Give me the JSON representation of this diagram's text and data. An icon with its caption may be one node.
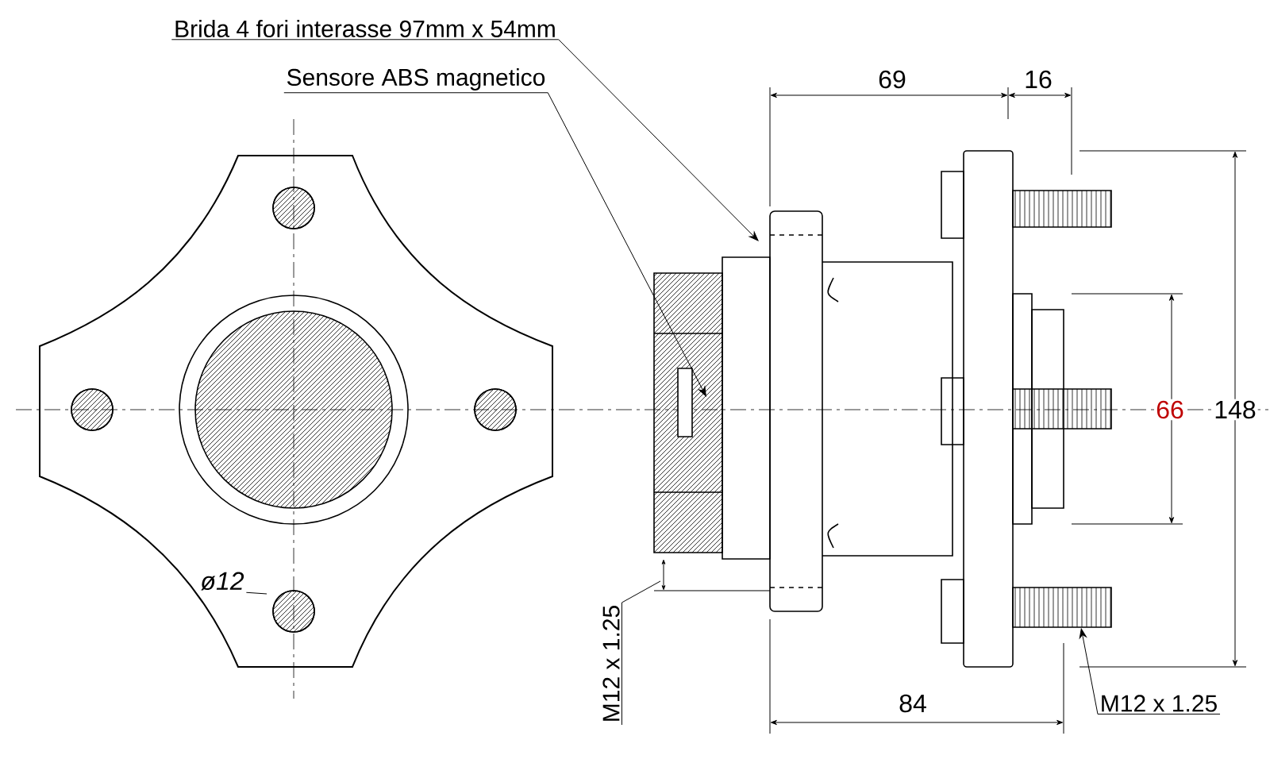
{
  "diagram": {
    "nodes": [
      {
        "text": [
          "Brida 4 fori interasse 97mm x 54mm"
        ]
      },
      {
        "text": [
          "Sensore ABS magnetico"
        ]
      },
      {
        "text": [
          "M12 x 1.25"
        ]
      },
      {
        "text": [
          "M12 x 1.25"
        ]
      },
      {
        "text": [
          "ø12"
        ]
      },
      {
        "text": [],
        "shape": "bar"
      }
    ],
    "edges": [
      {
        "from": 0,
        "to": null,
        "arrow": "to"
      },
      {
        "from": 1,
        "to": null,
        "arrow": "to"
      },
      {
        "from": 2,
        "to": null,
        "arrow": "none"
      },
      {
        "from": 3,
        "to": 5,
        "arrow": "to"
      },
      {
        "from": 4,
        "to": null,
        "arrow": "none"
      }
    ],
    "labels": [
      "69",
      "16",
      "66",
      "148",
      "84"
    ]
  }
}
